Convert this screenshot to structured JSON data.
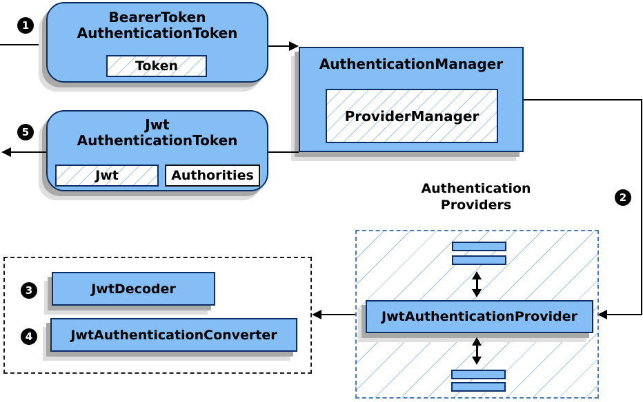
{
  "colors": {
    "node_fill": "#85bef5",
    "node_border": "#0a2e63",
    "hatch_line": "#9dc1e6",
    "providers_dash": "#4a7ab5",
    "decoder_dash": "#1a1a1a",
    "shadow": "#a9a9a9",
    "arrow": "#000000",
    "badge_bg": "#000000",
    "badge_text": "#ffffff"
  },
  "nodes": {
    "bearer_token": {
      "title_line1": "BearerToken",
      "title_line2": "AuthenticationToken",
      "field_token": "Token"
    },
    "authentication_manager": {
      "title": "AuthenticationManager",
      "inner": "ProviderManager"
    },
    "jwt_authentication_token": {
      "title_line1": "Jwt",
      "title_line2": "AuthenticationToken",
      "field_jwt": "Jwt",
      "field_authorities": "Authorities"
    },
    "authentication_providers": {
      "label_line1": "Authentication",
      "label_line2": "Providers",
      "provider": "JwtAuthenticationProvider"
    },
    "converter_group": {
      "decoder": "JwtDecoder",
      "converter": "JwtAuthenticationConverter"
    }
  },
  "steps": {
    "step1": "1",
    "step2": "2",
    "step3": "3",
    "step4": "4",
    "step5": "5"
  }
}
